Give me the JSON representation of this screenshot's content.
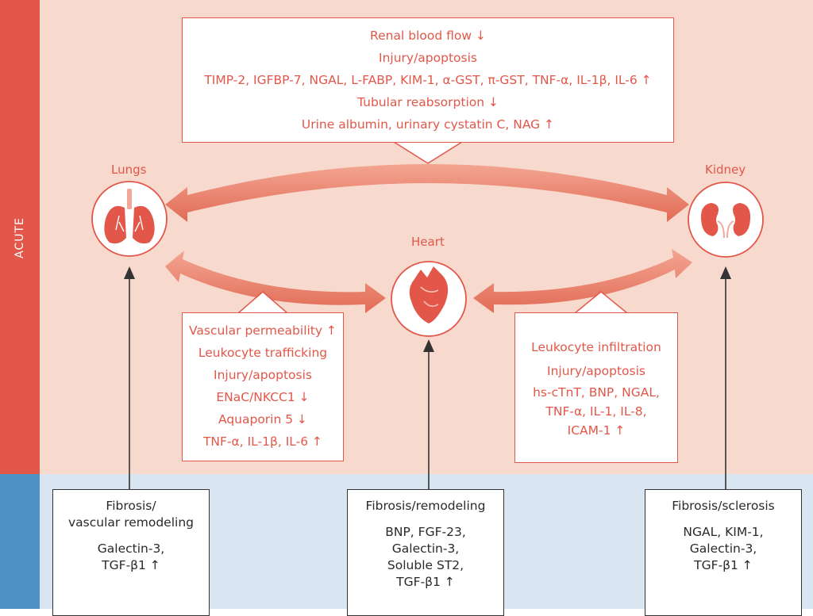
{
  "sections": {
    "acute_label": "ACUTE",
    "chronic_label": ""
  },
  "organs": {
    "lungs": "Lungs",
    "heart": "Heart",
    "kidney": "Kidney"
  },
  "acute_boxes": {
    "top": [
      "Renal blood flow ↓",
      "Injury/apoptosis",
      "TIMP-2, IGFBP-7, NGAL, L-FABP, KIM-1, α-GST, π-GST, TNF-α, IL-1β, IL-6 ↑",
      "Tubular reabsorption ↓",
      "Urine albumin, urinary cystatin C, NAG ↑"
    ],
    "left": [
      "Vascular permeability ↑",
      "Leukocyte trafficking",
      "Injury/apoptosis",
      "ENaC/NKCC1 ↓",
      "Aquaporin 5 ↓",
      "TNF-α, IL-1β, IL-6 ↑"
    ],
    "right": [
      "Leukocyte infiltration",
      "Injury/apoptosis",
      "hs-cTnT, BNP, NGAL,",
      "TNF-α, IL-1, IL-8,",
      "ICAM-1 ↑"
    ]
  },
  "chronic_boxes": {
    "lungs": {
      "title": [
        "Fibrosis/",
        "vascular remodeling"
      ],
      "markers": [
        "Galectin-3,",
        "TGF-β1 ↑"
      ]
    },
    "heart": {
      "title": [
        "Fibrosis/remodeling"
      ],
      "markers": [
        "BNP, FGF-23,",
        "Galectin-3,",
        "Soluble ST2,",
        "TGF-β1 ↑"
      ]
    },
    "kidney": {
      "title": [
        "Fibrosis/sclerosis"
      ],
      "markers": [
        "NGAL, KIM-1,",
        "Galectin-3,",
        "TGF-β1 ↑"
      ]
    }
  },
  "colors": {
    "accent": "#e2574a",
    "acute_bg": "#f8d9cd",
    "chronic_bg": "#d9e5f0",
    "chronic_side": "#4d93c5",
    "arrow": "#ee9079"
  },
  "icons": {
    "lungs": "lungs-icon",
    "heart": "heart-icon",
    "kidney": "kidney-icon"
  }
}
